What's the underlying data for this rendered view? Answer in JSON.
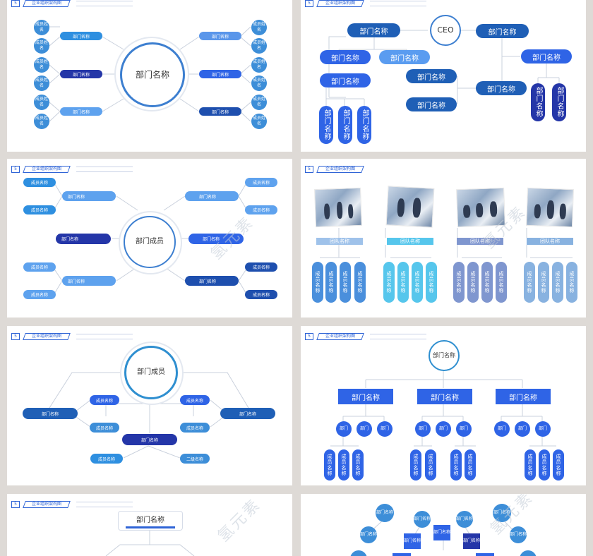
{
  "header": {
    "num": "5",
    "title": "企业组织架构图"
  },
  "dept": "部门名称",
  "ceo": "CEO",
  "member_name": "成员姓名",
  "member_title": "成员名称",
  "member_vertical": "成员名称",
  "team": "团队名称",
  "dept_member": "部门成员",
  "dept_short": "部门",
  "member_title2": "成员名称",
  "member_title3": "成员名称",
  "member_title4": "成员名称",
  "member_title5": "成员名称",
  "member_title6": "成员名称",
  "second_level": "二级名称",
  "watermark": "氢元素",
  "colors": {
    "blue": "#2f64d6",
    "navy": "#2436a8",
    "sky": "#3d8ed8",
    "light": "#5aa0e8",
    "cyan": "#56c6ec"
  }
}
